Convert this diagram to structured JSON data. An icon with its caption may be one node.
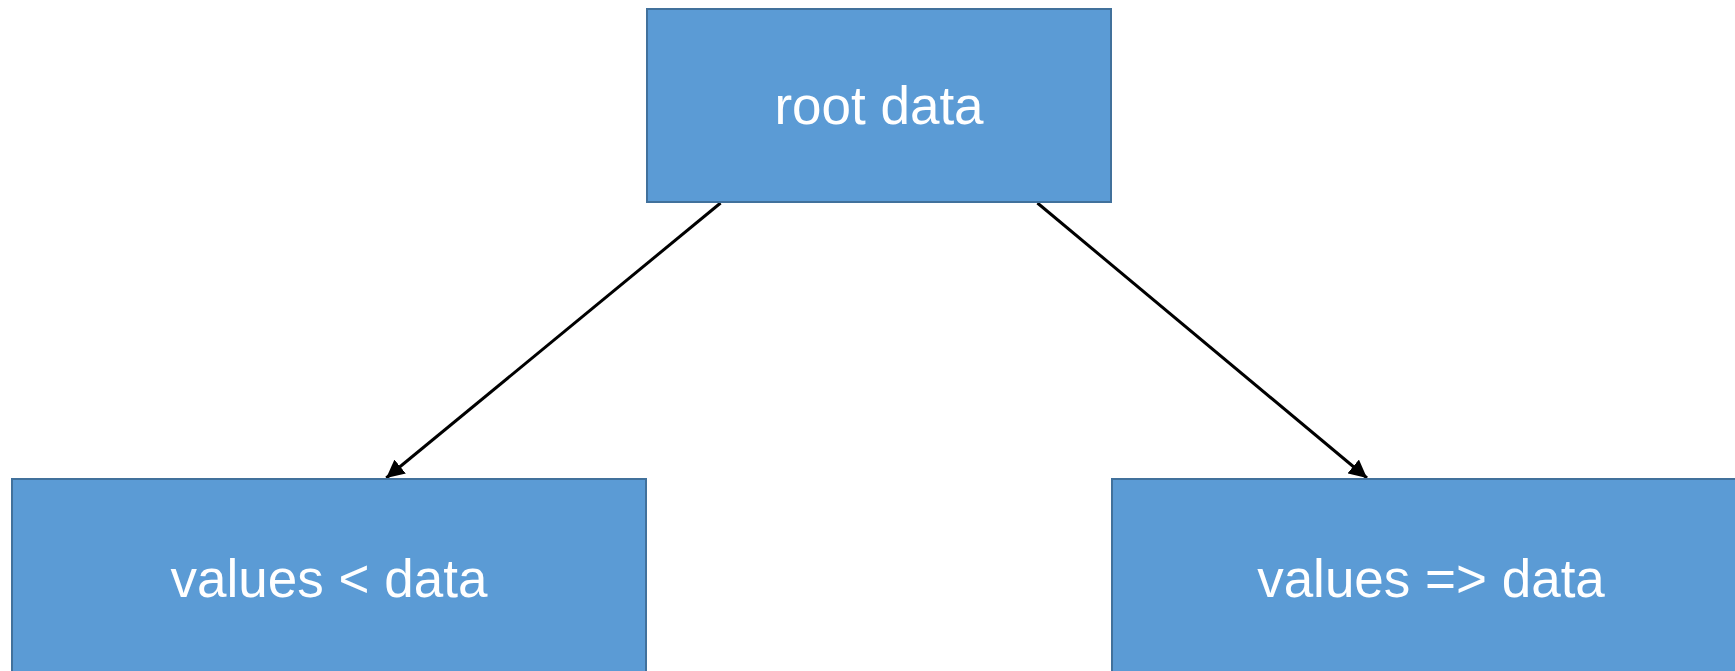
{
  "diagram": {
    "nodes": [
      {
        "text": [
          "root data"
        ]
      },
      {
        "text": [
          "values < data"
        ]
      },
      {
        "text": [
          "values => data"
        ]
      }
    ],
    "edges": [
      {
        "from": 0,
        "to": 1,
        "arrow": "to"
      },
      {
        "from": 0,
        "to": 2,
        "arrow": "to"
      }
    ]
  }
}
